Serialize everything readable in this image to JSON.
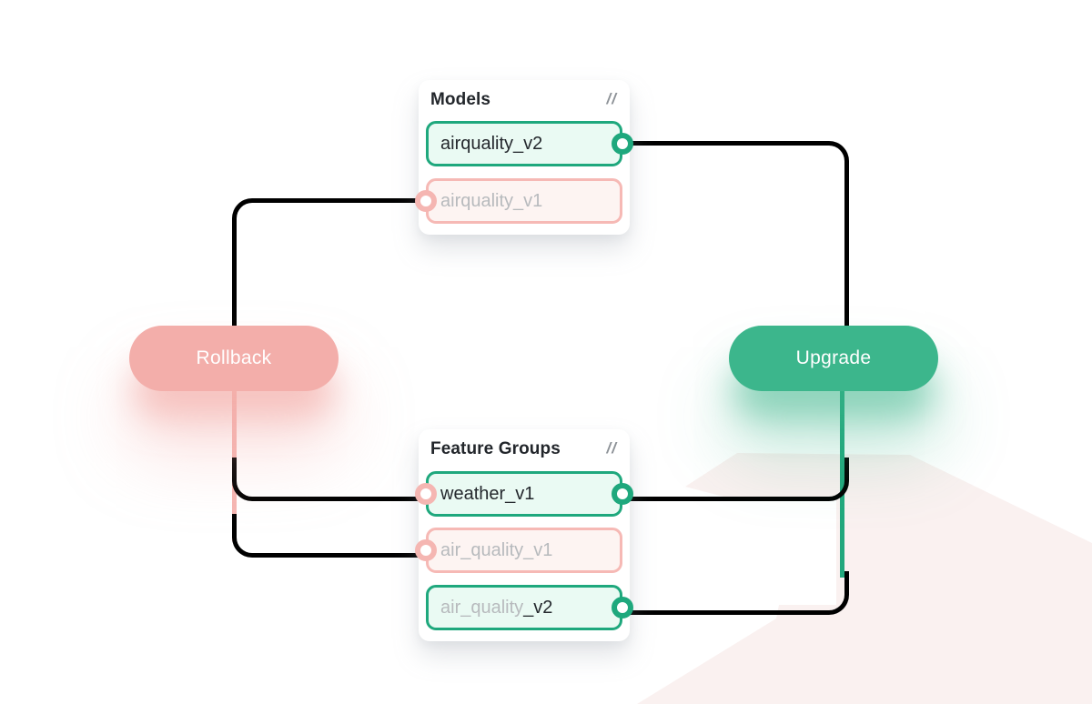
{
  "colors": {
    "green_accent": "#1fa87d",
    "green_line": "#22a87d",
    "green_fill": "#eafaf3",
    "green_pill": "#3cb68c",
    "pink_accent": "#f6b9b5",
    "pink_line": "#f5b6b2",
    "pink_fill": "#fdf4f2",
    "pink_pill": "#f3aeaa",
    "text_dark": "#24282d",
    "text_muted": "#b7babd",
    "bg_shape": "#faf1f0"
  },
  "cards": {
    "models": {
      "title": "Models",
      "menu_icon": "//",
      "items": {
        "airquality_v2": {
          "dark": "airquality_v2",
          "state": "active"
        },
        "airquality_v1": {
          "muted": "airquality_v1",
          "state": "inactive"
        }
      }
    },
    "feature_groups": {
      "title": "Feature Groups",
      "menu_icon": "//",
      "items": {
        "weather_v1": {
          "dark": "weather_v1",
          "state": "active"
        },
        "air_quality_v1": {
          "muted": "air_quality_v1",
          "state": "inactive"
        },
        "air_quality_v2": {
          "muted": "air_quality",
          "dark": "_v2",
          "state": "active"
        }
      }
    }
  },
  "actions": {
    "rollback": "Rollback",
    "upgrade": "Upgrade"
  }
}
